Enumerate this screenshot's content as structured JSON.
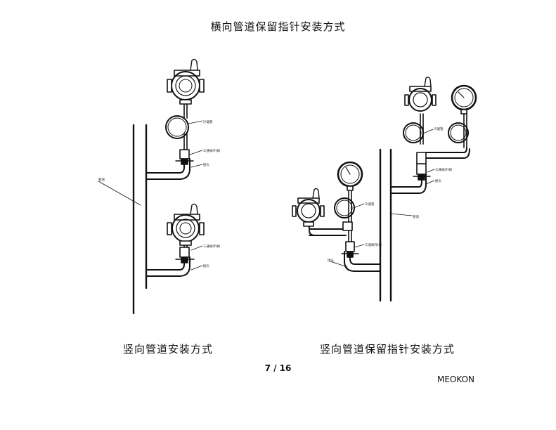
{
  "header_title": "横向管道保留指针安装方式",
  "captions": {
    "left": "竖向管道安装方式",
    "right": "竖向管道保留指针安装方式"
  },
  "labels": {
    "coil_a": "冷凝管",
    "valve_a": "三通阀/针阀",
    "joint_a": "接头",
    "pipe_a": "管道",
    "valve_b": "三通阀/针阀",
    "joint_b": "接头",
    "coil_c": "冷凝管",
    "valve_c": "三通阀/针阀",
    "joint_c": "接头",
    "pipe_c": "管道",
    "coil_d": "冷凝管",
    "valve_d": "三通阀/针阀",
    "pipe_d": "接头"
  },
  "page_number": "7 / 16",
  "brand": "MEOKON"
}
